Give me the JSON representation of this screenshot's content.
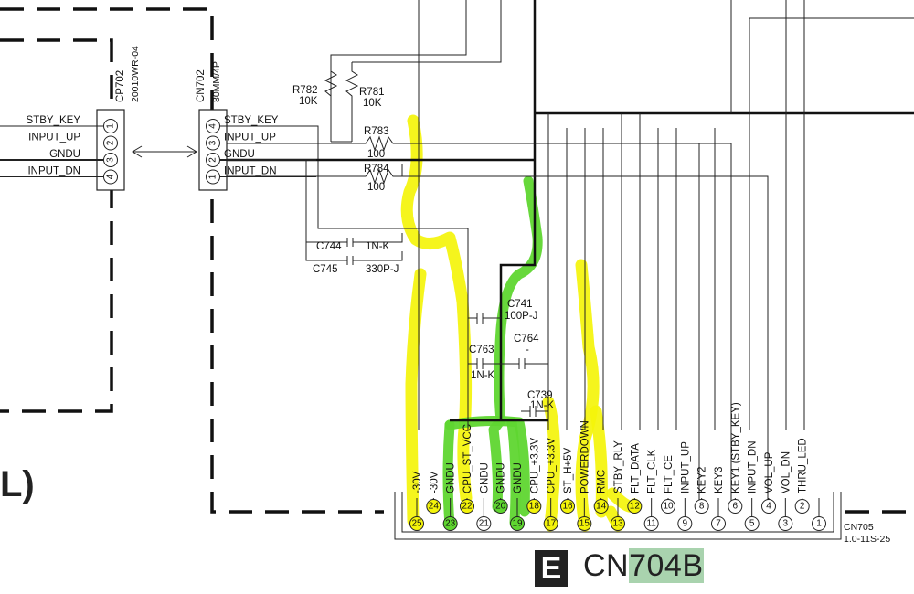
{
  "section_marker": "L)",
  "section_badge": "E",
  "connector_title": {
    "prefix": "CN",
    "highlight": "704B"
  },
  "cp702": {
    "ref": "CP702",
    "part": "20010WR-04",
    "pins": [
      {
        "num": "1",
        "name": "STBY_KEY"
      },
      {
        "num": "2",
        "name": "INPUT_UP"
      },
      {
        "num": "3",
        "name": "GNDU"
      },
      {
        "num": "4",
        "name": "INPUT_DN"
      }
    ]
  },
  "cn702": {
    "ref": "CN702",
    "part": "80MM/4P",
    "pins": [
      {
        "num": "4",
        "name": "STBY_KEY"
      },
      {
        "num": "3",
        "name": "INPUT_UP"
      },
      {
        "num": "2",
        "name": "GNDU"
      },
      {
        "num": "1",
        "name": "INPUT_DN"
      }
    ]
  },
  "components": {
    "r782": {
      "ref": "R782",
      "value": "10K"
    },
    "r781": {
      "ref": "R781",
      "value": "10K"
    },
    "r783": {
      "ref": "R783",
      "value": "100"
    },
    "r784": {
      "ref": "R784",
      "value": "100"
    },
    "c744": {
      "ref": "C744",
      "value": "1N-K"
    },
    "c745": {
      "ref": "C745",
      "value": "330P-J"
    },
    "c741": {
      "ref": "C741",
      "value": "100P-J"
    },
    "c763": {
      "ref": "C763",
      "value": "1N-K"
    },
    "c764": {
      "ref": "C764",
      "value": "-"
    },
    "c739": {
      "ref": "C739",
      "value": "1N-K"
    }
  },
  "cn705": {
    "ref": "CN705",
    "part": "1.0-11S-25",
    "pins": [
      {
        "num": "25",
        "signal": "-30V",
        "highlight": "yellow"
      },
      {
        "num": "24",
        "signal": "-30V",
        "highlight": "yellow"
      },
      {
        "num": "23",
        "signal": "GNDU",
        "highlight": "green"
      },
      {
        "num": "22",
        "signal": "CPU_ST_VCC",
        "highlight": "yellow"
      },
      {
        "num": "21",
        "signal": "GNDU",
        "highlight": "none"
      },
      {
        "num": "20",
        "signal": "GNDU",
        "highlight": "green"
      },
      {
        "num": "19",
        "signal": "GNDU",
        "highlight": "green"
      },
      {
        "num": "18",
        "signal": "CPU_+3.3V",
        "highlight": "yellow"
      },
      {
        "num": "17",
        "signal": "CPU_+3.3V",
        "highlight": "yellow"
      },
      {
        "num": "16",
        "signal": "ST_H+5V",
        "highlight": "yellow"
      },
      {
        "num": "15",
        "signal": "POWERDOWN",
        "highlight": "yellow"
      },
      {
        "num": "14",
        "signal": "RMC",
        "highlight": "yellow"
      },
      {
        "num": "13",
        "signal": "STBY_RLY",
        "highlight": "yellow"
      },
      {
        "num": "12",
        "signal": "FLT_DATA",
        "highlight": "yellow"
      },
      {
        "num": "11",
        "signal": "FLT_CLK",
        "highlight": "none"
      },
      {
        "num": "10",
        "signal": "FLT_CE",
        "highlight": "none"
      },
      {
        "num": "9",
        "signal": "INPUT_UP",
        "highlight": "none"
      },
      {
        "num": "8",
        "signal": "KEY2",
        "highlight": "none"
      },
      {
        "num": "7",
        "signal": "KEY3",
        "highlight": "none"
      },
      {
        "num": "6",
        "signal": "KEY1 (STBY_KEY)",
        "highlight": "none"
      },
      {
        "num": "5",
        "signal": "INPUT_DN",
        "highlight": "none"
      },
      {
        "num": "4",
        "signal": "VOL_UP",
        "highlight": "none"
      },
      {
        "num": "3",
        "signal": "VOL_DN",
        "highlight": "none"
      },
      {
        "num": "2",
        "signal": "THRU_LED",
        "highlight": "none"
      },
      {
        "num": "1",
        "signal": "",
        "highlight": "none"
      }
    ]
  },
  "colors": {
    "highlight_yellow": "#f4f40a",
    "highlight_green": "#5fd630",
    "title_highlight": "#a9d3ae"
  }
}
